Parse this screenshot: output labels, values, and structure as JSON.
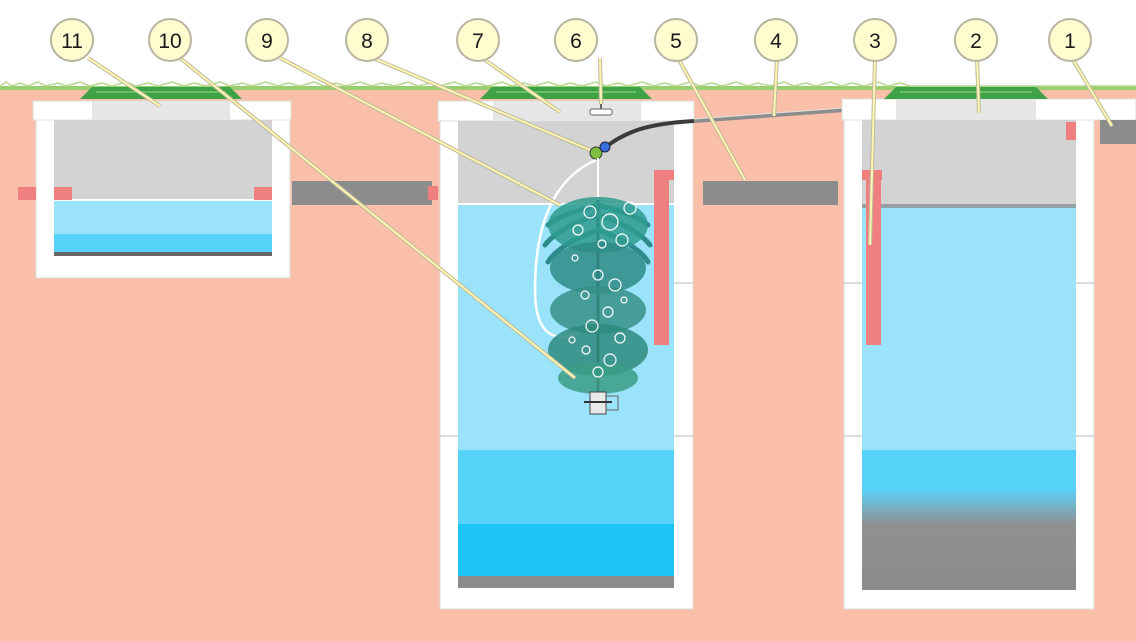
{
  "callouts": [
    {
      "label": "1"
    },
    {
      "label": "2"
    },
    {
      "label": "3"
    },
    {
      "label": "4"
    },
    {
      "label": "5"
    },
    {
      "label": "6"
    },
    {
      "label": "7"
    },
    {
      "label": "8"
    },
    {
      "label": "9"
    },
    {
      "label": "10"
    },
    {
      "label": "11"
    }
  ],
  "colors": {
    "soil": "#F9BFA8",
    "grass": "#8FCB6A",
    "concrete": "#FFFFFF",
    "air_gap": "#D3D3D3",
    "water_light": "#9BE3FB",
    "water_mid": "#57D2F8",
    "water_deep": "#1EC4F4",
    "sludge": "#8F8F8F",
    "pipe": "#8A8A8A",
    "pipe_flange": "#F08080",
    "lid": "#3DA145",
    "callout_fill": "#FFFCCF",
    "callout_stroke": "#B8B4A2"
  }
}
